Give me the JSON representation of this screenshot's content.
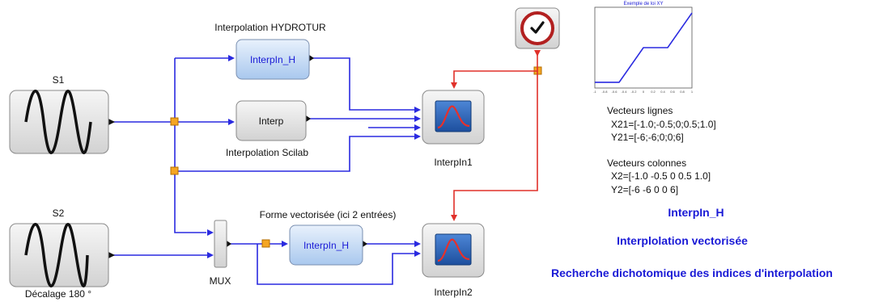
{
  "colors": {
    "wire_blue": "#2a2ae0",
    "wire_red": "#e0302a",
    "split_orange": "#f5a623",
    "text_blue": "#1a1ad6",
    "block_blue_fill": "#c9ddf5",
    "block_gray_fill": "#e6e6e6"
  },
  "sources": {
    "s1": {
      "title": "S1",
      "icon": "sine-wave-icon"
    },
    "s2": {
      "title": "S2",
      "caption": "Décalage 180 °",
      "icon": "sine-wave-icon"
    }
  },
  "blocks": {
    "interp_h_top": {
      "label": "InterpIn_H",
      "caption": "Interpolation HYDROTUR"
    },
    "interp_scilab": {
      "label": "Interp",
      "caption": "Interpolation Scilab"
    },
    "interp_h_vec": {
      "label": "InterpIn_H",
      "caption": "Forme vectorisée (ici 2 entrées)"
    },
    "mux": {
      "caption": "MUX"
    },
    "scope1": {
      "caption": "InterpIn1",
      "icon": "scope-icon"
    },
    "scope2": {
      "caption": "InterpIn2",
      "icon": "scope-icon"
    },
    "clock": {
      "icon": "clock-icon"
    }
  },
  "plot": {
    "title": "Exemple de loi XY",
    "xticks": [
      "-1",
      "-0.8",
      "-0.6",
      "-0.4",
      "-0.2",
      "0",
      "0.2",
      "0.4",
      "0.6",
      "0.8",
      "1"
    ]
  },
  "chart_data": {
    "type": "line",
    "title": "Exemple de loi XY",
    "xlim": [
      -1,
      1
    ],
    "ylim": [
      -7,
      7
    ],
    "series": [
      {
        "x": [
          -1.0,
          -0.5,
          0,
          0.5,
          1.0
        ],
        "y": [
          -6,
          -6,
          0,
          0,
          6
        ]
      }
    ]
  },
  "notes": {
    "rows_heading": "Vecteurs lignes",
    "x21": "X21=[-1.0;-0.5;0;0.5;1.0]",
    "y21": "Y21=[-6;-6;0;0;6]",
    "cols_heading": "Vecteurs colonnes",
    "x2": "X2=[-1.0 -0.5 0 0.5 1.0]",
    "y2": "Y2=[-6 -6 0 0 6]",
    "interp_h": "InterpIn_H",
    "vectorised": "Interplolation vectorisée",
    "dichotomy": "Recherche dichotomique des indices d'interpolation"
  }
}
